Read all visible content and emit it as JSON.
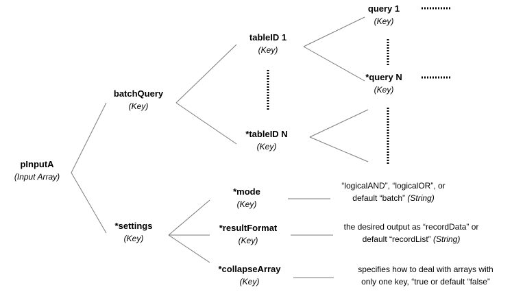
{
  "nodes": {
    "root": {
      "title": "pInputA",
      "sub": "(Input Array)"
    },
    "batch_query": {
      "title": "batchQuery",
      "sub": "(Key)"
    },
    "settings": {
      "title": "*settings",
      "sub": "(Key)"
    },
    "table_id_1": {
      "title": "tableID 1",
      "sub": "(Key)"
    },
    "table_id_n": {
      "title": "*tableID N",
      "sub": "(Key)"
    },
    "query_1": {
      "title": "query 1",
      "sub": "(Key)"
    },
    "query_n": {
      "title": "*query N",
      "sub": "(Key)"
    },
    "mode": {
      "title": "*mode",
      "sub": "(Key)"
    },
    "result_format": {
      "title": "*resultFormat",
      "sub": "(Key)"
    },
    "collapse_array": {
      "title": "*collapseArray",
      "sub": "(Key)"
    }
  },
  "descriptions": {
    "mode": {
      "line1": "“logicalAND”, “logicalOR”, or",
      "line2": "default “batch”",
      "type": "(String)"
    },
    "result_format": {
      "line1": "the desired output as “recordData” or",
      "line2": "default “recordList”",
      "type": "(String)"
    },
    "collapse_array": {
      "line1": "specifies how to deal with arrays with",
      "line2": "only one key, “true or default “false”"
    }
  },
  "colors": {
    "edge": "#7a7a7a",
    "ellipsis": "#000000"
  }
}
